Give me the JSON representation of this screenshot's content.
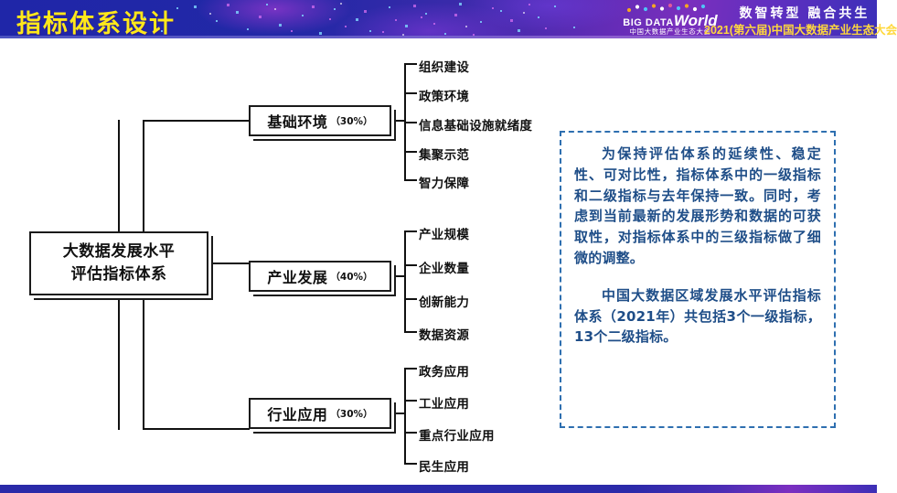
{
  "header": {
    "title": "指标体系设计",
    "logo": {
      "big": "BIG DATA",
      "world": "World",
      "sub": "中国大数据产业生态大会"
    },
    "slogan_line1": "数智转型 融合共生",
    "slogan_line2": "2021(第六届)中国大数据产业生态大会",
    "accent_yellow": "#ffe81a",
    "bg_blue": "#1f26a8",
    "bg_purple": "#7a2fbd"
  },
  "diagram": {
    "root": {
      "line1": "大数据发展水平",
      "line2": "评估指标体系"
    },
    "branches": [
      {
        "label": "基础环境",
        "weight": "（30%）",
        "leaves": [
          "组织建设",
          "政策环境",
          "信息基础设施就绪度",
          "集聚示范",
          "智力保障"
        ]
      },
      {
        "label": "产业发展",
        "weight": "（40%）",
        "leaves": [
          "产业规模",
          "企业数量",
          "创新能力",
          "数据资源"
        ]
      },
      {
        "label": "行业应用",
        "weight": "（30%）",
        "leaves": [
          "政务应用",
          "工业应用",
          "重点行业应用",
          "民生应用"
        ]
      }
    ]
  },
  "note": {
    "paragraph1": "为保持评估体系的延续性、稳定性、可对比性，指标体系中的一级指标和二级指标与去年保持一致。同时，考虑到当前最新的发展形势和数据的可获取性，对指标体系中的三级指标做了细微的调整。",
    "paragraph2": "中国大数据区域发展水平评估指标体系（2021年）共包括3个一级指标，13个二级指标。",
    "border_color": "#2e6fb0",
    "text_color": "#1f4e88"
  },
  "footer": {
    "gradient_start": "#2a2aa8",
    "gradient_end": "#7b2fc0"
  }
}
